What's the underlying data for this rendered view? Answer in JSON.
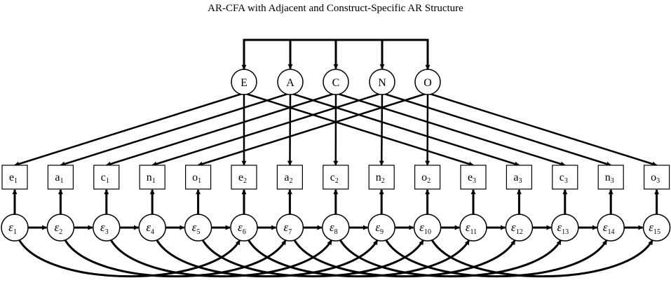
{
  "title": "AR-CFA with Adjacent and Construct-Specific AR Structure",
  "factors": [
    "E",
    "A",
    "C",
    "N",
    "O"
  ],
  "indicators": [
    {
      "base": "e",
      "sub": "1"
    },
    {
      "base": "a",
      "sub": "1"
    },
    {
      "base": "c",
      "sub": "1"
    },
    {
      "base": "n",
      "sub": "1"
    },
    {
      "base": "o",
      "sub": "1"
    },
    {
      "base": "e",
      "sub": "2"
    },
    {
      "base": "a",
      "sub": "2"
    },
    {
      "base": "c",
      "sub": "2"
    },
    {
      "base": "n",
      "sub": "2"
    },
    {
      "base": "o",
      "sub": "2"
    },
    {
      "base": "e",
      "sub": "3"
    },
    {
      "base": "a",
      "sub": "3"
    },
    {
      "base": "c",
      "sub": "3"
    },
    {
      "base": "n",
      "sub": "3"
    },
    {
      "base": "o",
      "sub": "3"
    }
  ],
  "errors": [
    {
      "base": "ε",
      "sub": "1"
    },
    {
      "base": "ε",
      "sub": "2"
    },
    {
      "base": "ε",
      "sub": "3"
    },
    {
      "base": "ε",
      "sub": "4"
    },
    {
      "base": "ε",
      "sub": "5"
    },
    {
      "base": "ε",
      "sub": "6"
    },
    {
      "base": "ε",
      "sub": "7"
    },
    {
      "base": "ε",
      "sub": "8"
    },
    {
      "base": "ε",
      "sub": "9"
    },
    {
      "base": "ε",
      "sub": "10"
    },
    {
      "base": "ε",
      "sub": "11"
    },
    {
      "base": "ε",
      "sub": "12"
    },
    {
      "base": "ε",
      "sub": "13"
    },
    {
      "base": "ε",
      "sub": "14"
    },
    {
      "base": "ε",
      "sub": "15"
    }
  ],
  "construct_ar_lag": 5,
  "colors": {
    "stroke": "#000000",
    "fill": "#ffffff"
  }
}
